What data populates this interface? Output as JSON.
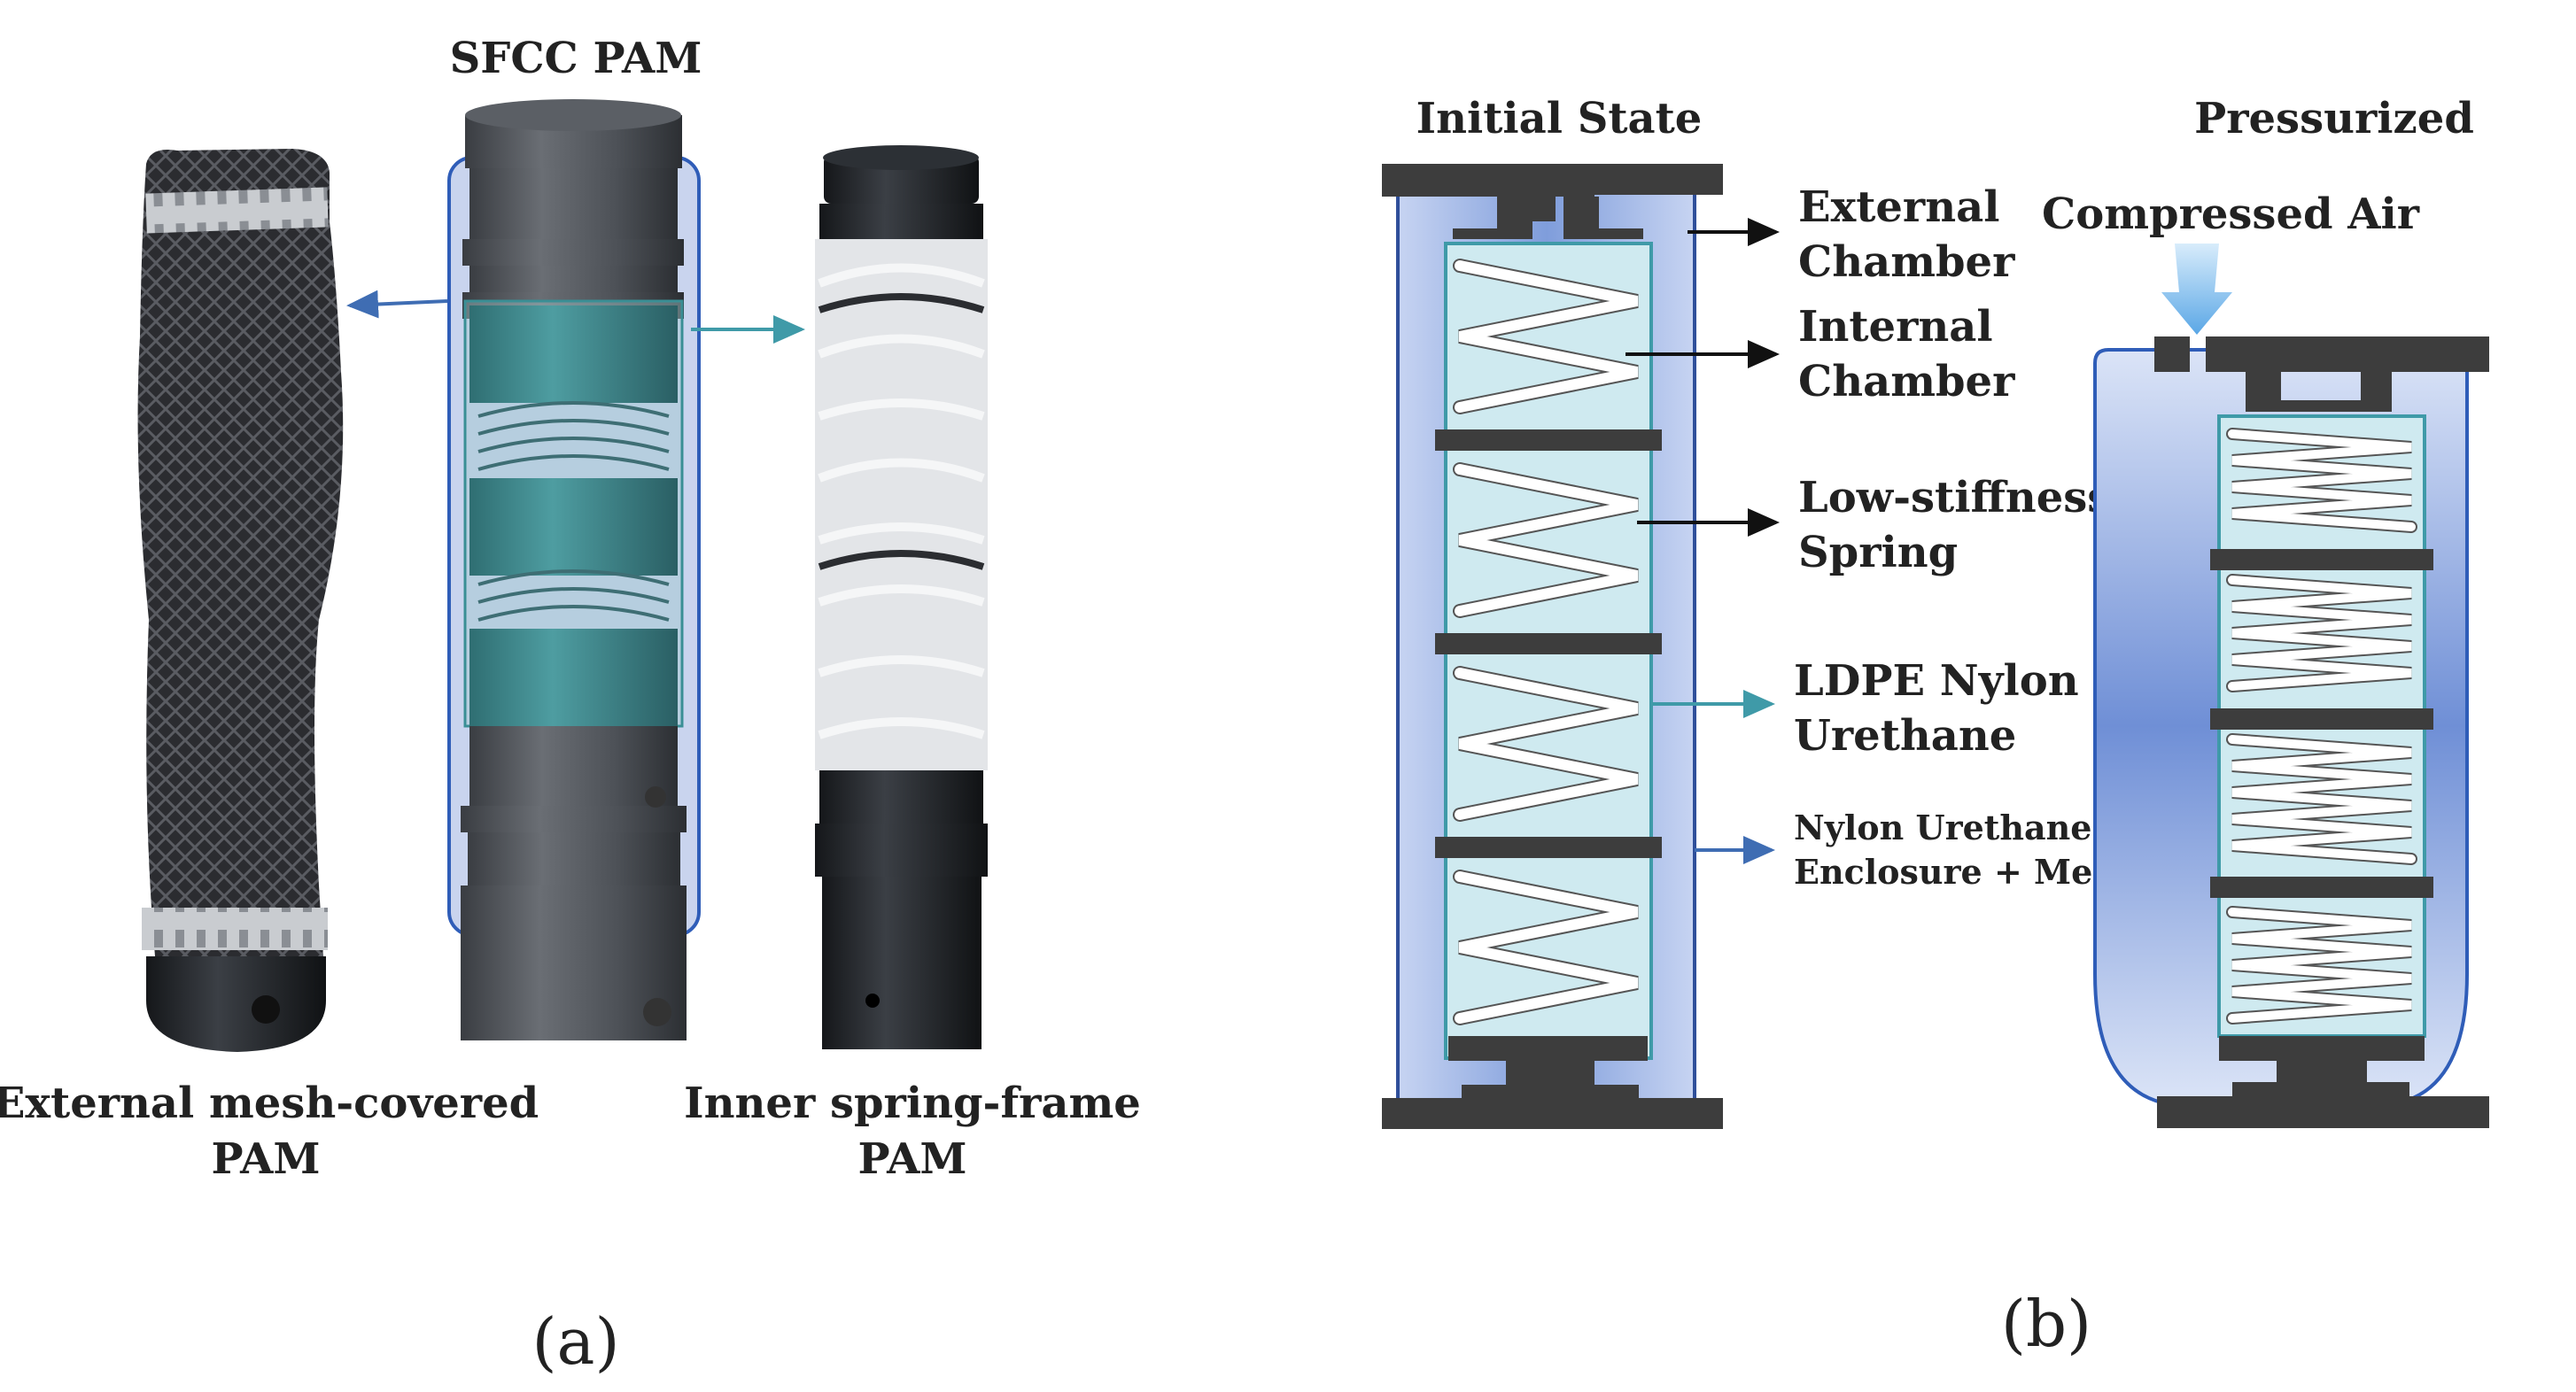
{
  "panel_a": {
    "title": "SFCC PAM",
    "left_label": [
      "External mesh-covered",
      "PAM"
    ],
    "right_label": [
      "Inner spring-frame",
      "PAM"
    ],
    "caption": "(a)"
  },
  "panel_b": {
    "initial_title": "Initial State",
    "pressurized_title": "Pressurized",
    "compressed_air": "Compressed Air",
    "labels": {
      "external_chamber": [
        "External",
        "Chamber"
      ],
      "internal_chamber": [
        "Internal",
        "Chamber"
      ],
      "spring": [
        "Low-stiffness",
        "Spring"
      ],
      "ldpe": [
        "LDPE Nylon",
        "Urethane"
      ],
      "enclosure": [
        "Nylon Urethane",
        "Enclosure + Mesh"
      ]
    },
    "caption": "(b)"
  },
  "colors": {
    "dark_part": "#3d3d3d",
    "enclosure_blue": "#8fa8dd",
    "inner_teal": "#bfe3ea",
    "teal_line": "#3f9aa8",
    "mesh_dark": "#2a2a2c",
    "arrow_blue": "#3f6db3"
  }
}
